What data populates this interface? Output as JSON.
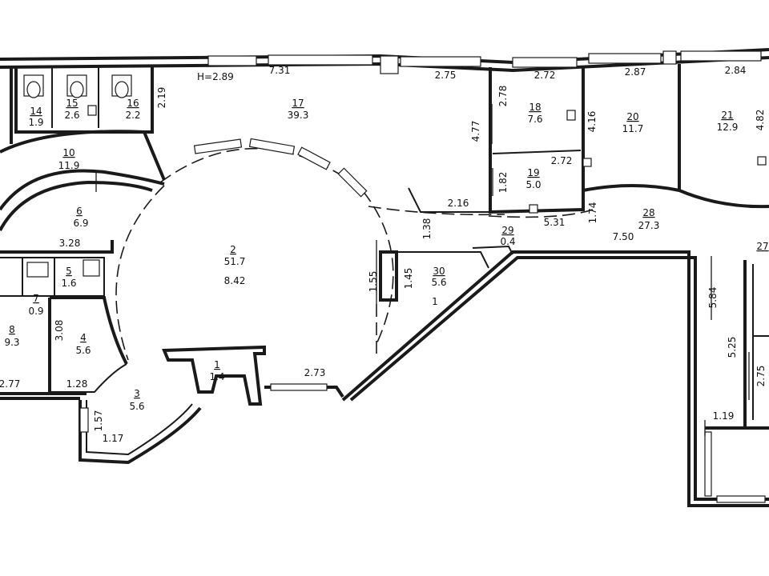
{
  "ceiling_height": "H=2.89",
  "rooms": [
    {
      "no": "1",
      "area": "1.4"
    },
    {
      "no": "2",
      "area": "51.7"
    },
    {
      "no": "3",
      "area": "5.6"
    },
    {
      "no": "4",
      "area": "5.6"
    },
    {
      "no": "5",
      "area": "1.6"
    },
    {
      "no": "6",
      "area": "6.9"
    },
    {
      "no": "7",
      "area": "0.9"
    },
    {
      "no": "8",
      "area": "9.3"
    },
    {
      "no": "10",
      "area": "11.9"
    },
    {
      "no": "14",
      "area": "1.9"
    },
    {
      "no": "15",
      "area": "2.6"
    },
    {
      "no": "16",
      "area": "2.2"
    },
    {
      "no": "17",
      "area": "39.3"
    },
    {
      "no": "18",
      "area": "7.6"
    },
    {
      "no": "19",
      "area": "5.0"
    },
    {
      "no": "20",
      "area": "11.7"
    },
    {
      "no": "21",
      "area": "12.9"
    },
    {
      "no": "28",
      "area": "27.3"
    },
    {
      "no": "29",
      "area": "0.4"
    },
    {
      "no": "30",
      "area": "5.6"
    },
    {
      "no": "27",
      "area": ""
    }
  ],
  "dimensions": [
    "7.31",
    "2.75",
    "2.72",
    "2.87",
    "2.84",
    "2.19",
    "4.77",
    "2.78",
    "4.16",
    "4.82",
    "2.72",
    "1.82",
    "2.16",
    "5.31",
    "1.74",
    "1.38",
    "7.50",
    "3.28",
    "8.42",
    "1.55",
    "1.45",
    "1",
    "5.84",
    "3.08",
    "2.77",
    "1.28",
    "2.73",
    "1.57",
    "1.17",
    "5.25",
    "2.75",
    "1.19"
  ]
}
